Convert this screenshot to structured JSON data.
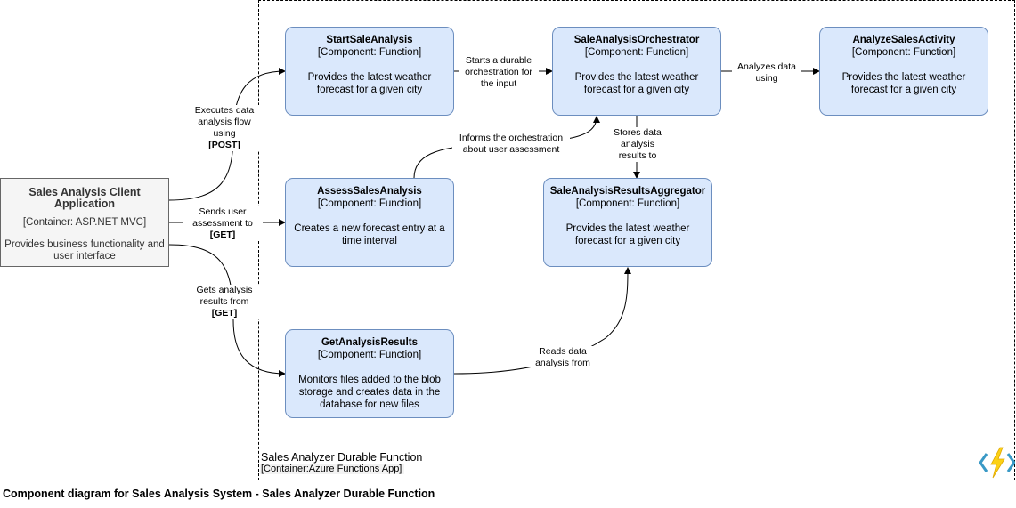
{
  "caption": "Component diagram for Sales Analysis System - Sales Analyzer Durable Function",
  "boundary": {
    "title": "Sales Analyzer Durable Function",
    "subtitle": "[Container:Azure Functions App]"
  },
  "client": {
    "name": "Sales Analysis Client Application",
    "type": "[Container: ASP.NET MVC]",
    "description": "Provides business functionality and user interface"
  },
  "components": {
    "start": {
      "name": "StartSaleAnalysis",
      "type": "[Component: Function]",
      "description": "Provides the latest weather forecast for a given city"
    },
    "orchestrator": {
      "name": "SaleAnalysisOrchestrator",
      "type": "[Component: Function]",
      "description": "Provides the latest weather forecast for a given city"
    },
    "activity": {
      "name": "AnalyzeSalesActivity",
      "type": "[Component: Function]",
      "description": "Provides the latest weather forecast for a given city"
    },
    "assess": {
      "name": "AssessSalesAnalysis",
      "type": "[Component: Function]",
      "description": "Creates a new forecast entry at a time interval"
    },
    "aggregator": {
      "name": "SaleAnalysisResultsAggregator",
      "type": "[Component: Function]",
      "description": "Provides the latest weather forecast for a given city"
    },
    "results": {
      "name": "GetAnalysisResults",
      "type": "[Component: Function]",
      "description": "Monitors files added to the blob storage and creates data in the database for new files"
    }
  },
  "edges": {
    "executes": {
      "text": "Executes data analysis flow using",
      "tech": "[POST]"
    },
    "sends": {
      "text": "Sends user assessment to",
      "tech": "[GET]"
    },
    "gets": {
      "text": "Gets analysis results from",
      "tech": "[GET]"
    },
    "starts": {
      "text": "Starts a durable orchestration for the input"
    },
    "analyzes": {
      "text": "Analyzes data using"
    },
    "informs": {
      "text": "Informs the orchestration about user assessment"
    },
    "stores": {
      "text": "Stores data analysis results to"
    },
    "reads": {
      "text": "Reads data analysis from"
    }
  },
  "colors": {
    "component_fill": "#dae8fc",
    "component_stroke": "#6c8ebf",
    "container_fill": "#f5f5f5",
    "container_stroke": "#666666",
    "azure_blue": "#3999c6",
    "azure_bolt": "#fcd116"
  },
  "icons": {
    "azure_functions": "azure-functions-icon"
  }
}
